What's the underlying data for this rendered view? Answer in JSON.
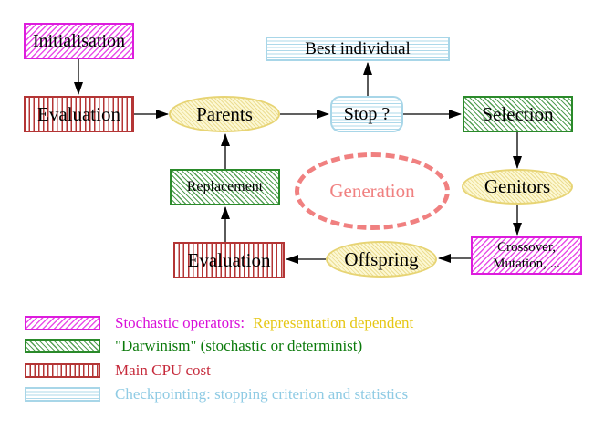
{
  "nodes": {
    "initialisation": {
      "label": "Initialisation"
    },
    "evaluation_top": {
      "label": "Evaluation"
    },
    "parents": {
      "label": "Parents"
    },
    "best_individual": {
      "label": "Best individual"
    },
    "stop": {
      "label": "Stop ?"
    },
    "selection": {
      "label": "Selection"
    },
    "replacement": {
      "label": "Replacement"
    },
    "generation": {
      "label": "Generation"
    },
    "genitors": {
      "label": "Genitors"
    },
    "crossover": {
      "lines": [
        "Crossover,",
        "Mutation, ..."
      ]
    },
    "offspring": {
      "label": "Offspring"
    },
    "evaluation_bottom": {
      "label": "Evaluation"
    }
  },
  "legend": [
    {
      "swatch": "magenta-diagonal-hatch",
      "text": "Stochastic operators:",
      "text2": "Representation dependent"
    },
    {
      "swatch": "green-diagonal-hatch",
      "text": "\"Darwinism\" (stochastic or determinist)"
    },
    {
      "swatch": "red-vertical-stripes",
      "text": "Main CPU cost"
    },
    {
      "swatch": "blue-horizontal-stripes",
      "text": "Checkpointing: stopping criterion and statistics"
    }
  ],
  "colors": {
    "magenta": "#dd1cdd",
    "red": "#b43535",
    "green": "#2a8a2a",
    "light_blue": "#a8d6e8",
    "yellow_ellipse_border": "#e7d474",
    "yellow_ellipse_fill": "#fcf8d4",
    "salmon_generation": "#f08080",
    "legend_yellow_text": "#e6c715",
    "legend_red_text": "#c62b3c",
    "legend_blue_text": "#8fcbe4"
  }
}
